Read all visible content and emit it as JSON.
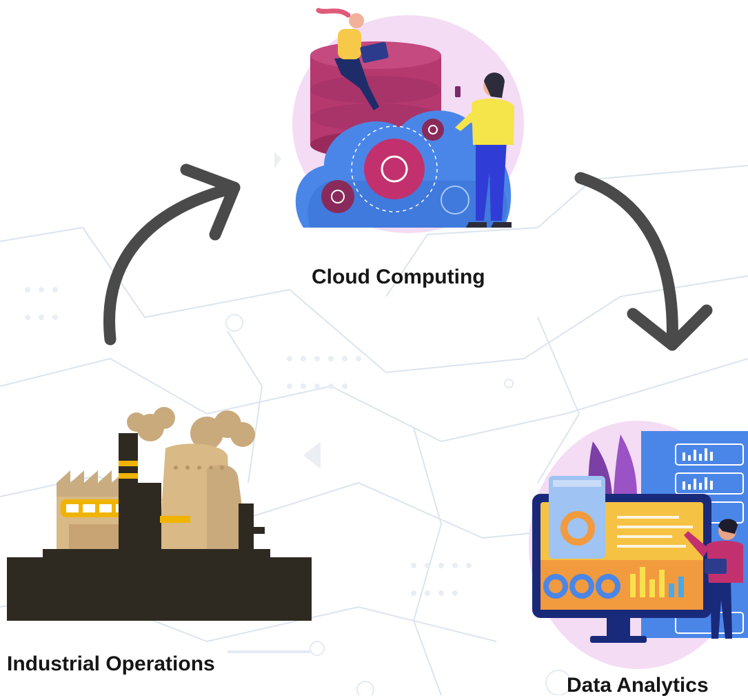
{
  "nodes": [
    {
      "id": "cloud-computing",
      "label": "Cloud Computing"
    },
    {
      "id": "industrial-operations",
      "label": "Industrial Operations"
    },
    {
      "id": "data-analytics",
      "label": "Data Analytics"
    }
  ],
  "edges": [
    {
      "from": "industrial-operations",
      "to": "cloud-computing"
    },
    {
      "from": "cloud-computing",
      "to": "data-analytics"
    }
  ],
  "colors": {
    "arrow": "#4a4a4a",
    "label": "#161616",
    "circuit": "#c9d6e6",
    "cloud_blue": "#4a86e8",
    "db_magenta": "#b5386e",
    "factory_dark": "#2e2a22",
    "factory_tan": "#d9b985",
    "screen_yellow": "#f6c243"
  },
  "icons": [
    "cloud-computing-illustration",
    "factory-illustration",
    "analytics-dashboard-illustration"
  ]
}
